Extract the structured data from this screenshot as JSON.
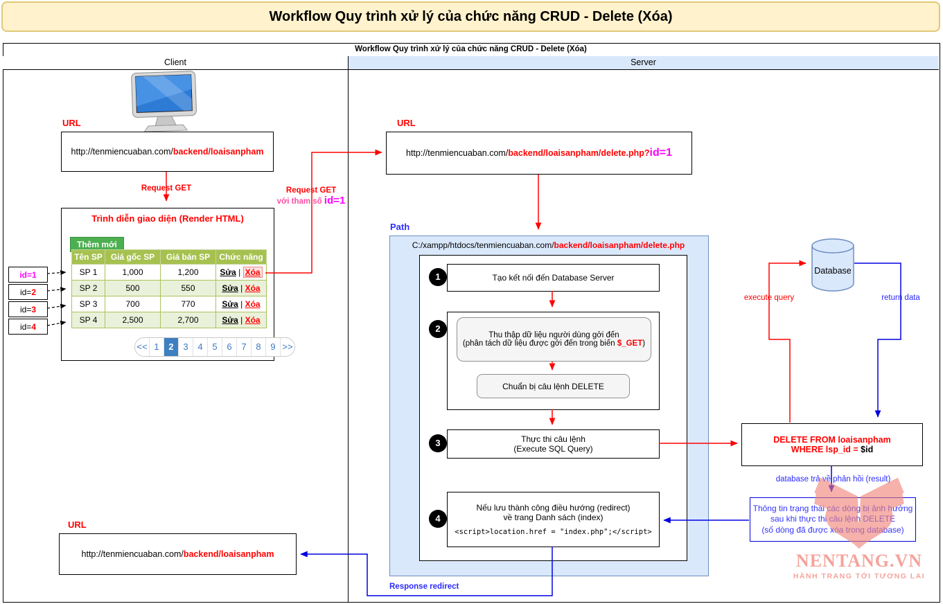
{
  "title": "Workflow Quy trình xử lý của chức năng CRUD - Delete (Xóa)",
  "subtitle": "Workflow Quy trình xử lý của chức năng CRUD - Delete (Xóa)",
  "lanes": {
    "client": "Client",
    "server": "Server"
  },
  "client": {
    "url_label": "URL",
    "url_top": {
      "base": "http://tenmiencuaban.com/",
      "path": "backend/loaisanpham"
    },
    "request_get": "Request GET",
    "render_title": "Trình diễn giao diện (Render HTML)",
    "add_button": "Thêm mới",
    "table": {
      "headers": [
        "Tên SP",
        "Giá gốc SP",
        "Giá bán SP",
        "Chức năng"
      ],
      "rows": [
        {
          "name": "SP 1",
          "cost": "1,000",
          "price": "1,200"
        },
        {
          "name": "SP 2",
          "cost": "500",
          "price": "550"
        },
        {
          "name": "SP 3",
          "cost": "700",
          "price": "770"
        },
        {
          "name": "SP 4",
          "cost": "2,500",
          "price": "2,700"
        }
      ],
      "edit": "Sửa",
      "sep": "|",
      "delete": "Xóa"
    },
    "pagination": [
      "<<",
      "1",
      "2",
      "3",
      "4",
      "5",
      "6",
      "7",
      "8",
      "9",
      ">>"
    ],
    "ids": [
      {
        "prefix": "id=",
        "num": "1"
      },
      {
        "prefix": "id=",
        "num": "2"
      },
      {
        "prefix": "id=",
        "num": "3"
      },
      {
        "prefix": "id=",
        "num": "4"
      }
    ],
    "url_bottom_label": "URL",
    "url_bottom": {
      "base": "http://tenmiencuaban.com/",
      "path": "backend/loaisanpham"
    }
  },
  "transfer": {
    "request_line1": "Request GET",
    "request_line2": "với tham số ",
    "request_param": "id=1",
    "response": "Response redirect"
  },
  "server": {
    "url_label": "URL",
    "url": {
      "base": "http://tenmiencuaban.com/",
      "path": "backend/loaisanpham/delete.php?",
      "param": "id=1"
    },
    "path_label": "Path",
    "path": {
      "base": "C:/xampp/htdocs/tenmiencuaban.com/",
      "path": "backend/loaisanpham/delete.php"
    },
    "step1": {
      "num": "1",
      "text": "Tạo kết nối đến Database Server"
    },
    "step2": {
      "num": "2",
      "line1": "Thu thập dữ liệu người dùng gởi đến",
      "line2_pre": "(phân tách dữ liệu được gởi đến trong biến ",
      "line2_var": "$_GET",
      "line2_post": ")",
      "prepare": "Chuẩn bị câu lệnh DELETE"
    },
    "step3": {
      "num": "3",
      "line1": "Thực thi câu lệnh",
      "line2": "(Execute SQL Query)"
    },
    "step4": {
      "num": "4",
      "line1": "Nếu lưu thành công điều hướng (redirect)",
      "line2": "về trang Danh sách (index)",
      "code": "<script>location.href = \"index.php\";</script>"
    },
    "sql": {
      "line1": "DELETE FROM loaisanpham",
      "line2_red": "WHERE lsp_id = ",
      "line2_black": "$id"
    },
    "database_label": "Database",
    "execute_query": "execute query",
    "return_data": "return data",
    "db_result": "database trả về phản hồi (result)",
    "status_lines": [
      "Thông tin trạng thái các dòng bị ảnh hưởng",
      "sau khi thực thi câu lệnh DELETE",
      "(số dòng đã được xóa trong database)"
    ]
  },
  "watermark": {
    "brand": "NENTANG.VN",
    "tagline": "HÀNH TRANG TỚI TƯƠNG LAI"
  },
  "colors": {
    "banner_bg": "#FFF2CC",
    "banner_border": "#E0C877",
    "lane_blue": "#DAE8FC",
    "path_border": "#6C8EBF",
    "accent_red": "#FF0000",
    "accent_blue": "#0000E0",
    "magenta": "#FF00FF",
    "table_green": "#A6C14F",
    "row_alt": "#EAF1DA",
    "button_green": "#4CAF50",
    "pager_blue": "#3D7FC0",
    "watermark_pink": "#EF6B5E"
  }
}
